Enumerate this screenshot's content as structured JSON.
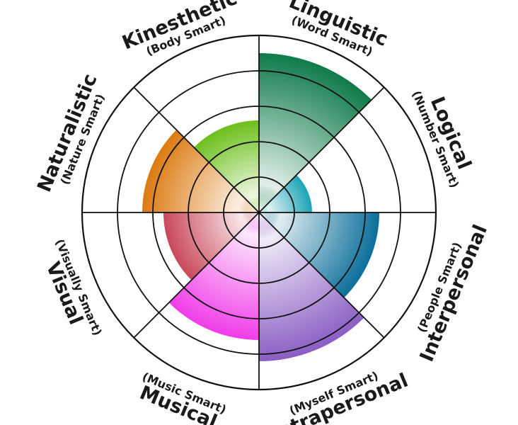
{
  "chart_data": {
    "type": "polar-area",
    "scale": {
      "min": 0,
      "max": 5,
      "rings": 5
    },
    "grid": true,
    "categories": [
      {
        "label": "Linguistic",
        "sublabel": "(Word Smart)",
        "value": 4.5,
        "color": "#0f7a4a"
      },
      {
        "label": "Logical",
        "sublabel": "(Number Smart)",
        "value": 1.5,
        "color": "#1aa3b5"
      },
      {
        "label": "Interpersonal",
        "sublabel": "(People Smart)",
        "value": 3.4,
        "color": "#0b6f9a"
      },
      {
        "label": "Intrapersonal",
        "sublabel": "(Myself Smart)",
        "value": 4.2,
        "color": "#8a5ec4"
      },
      {
        "label": "Musical",
        "sublabel": "(Music Smart)",
        "value": 3.6,
        "color": "#f03ce8"
      },
      {
        "label": "Visual",
        "sublabel": "(Visually Smart)",
        "value": 2.7,
        "color": "#c9485a"
      },
      {
        "label": "Naturalistic",
        "sublabel": "(Nature Smart)",
        "value": 3.3,
        "color": "#dc7a10"
      },
      {
        "label": "Kinesthetic",
        "sublabel": "(Body Smart)",
        "value": 2.6,
        "color": "#6cbf1c"
      }
    ]
  }
}
